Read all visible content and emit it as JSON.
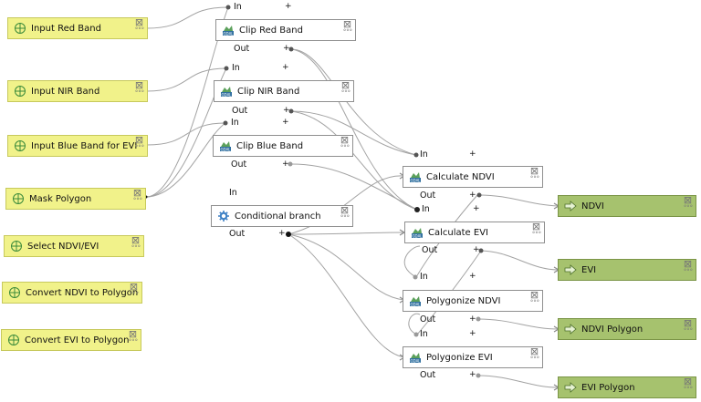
{
  "inputs": [
    {
      "label": "Input Red Band"
    },
    {
      "label": "Input NIR Band"
    },
    {
      "label": "Input Blue Band for EVI"
    },
    {
      "label": "Mask Polygon"
    },
    {
      "label": "Select NDVI/EVI"
    },
    {
      "label": "Convert NDVI to Polygon"
    },
    {
      "label": "Convert EVI to Polygon"
    }
  ],
  "algorithms": [
    {
      "label": "Clip Red Band",
      "icon": "gdal-icon"
    },
    {
      "label": "Clip NIR Band",
      "icon": "gdal-icon"
    },
    {
      "label": "Clip Blue Band",
      "icon": "gdal-icon"
    },
    {
      "label": "Conditional branch",
      "icon": "gear-icon"
    },
    {
      "label": "Calculate NDVI",
      "icon": "gdal-icon"
    },
    {
      "label": "Calculate EVI",
      "icon": "gdal-icon"
    },
    {
      "label": "Polygonize NDVI",
      "icon": "gdal-icon"
    },
    {
      "label": "Polygonize EVI",
      "icon": "gdal-icon"
    }
  ],
  "outputs": [
    {
      "label": "NDVI"
    },
    {
      "label": "EVI"
    },
    {
      "label": "NDVI Polygon"
    },
    {
      "label": "EVI Polygon"
    }
  ],
  "ports": {
    "in": "In",
    "out": "Out",
    "plus": "+"
  },
  "colors": {
    "input": "#f1f28a",
    "output": "#a6c26e",
    "wire": "#9e9e9e"
  }
}
